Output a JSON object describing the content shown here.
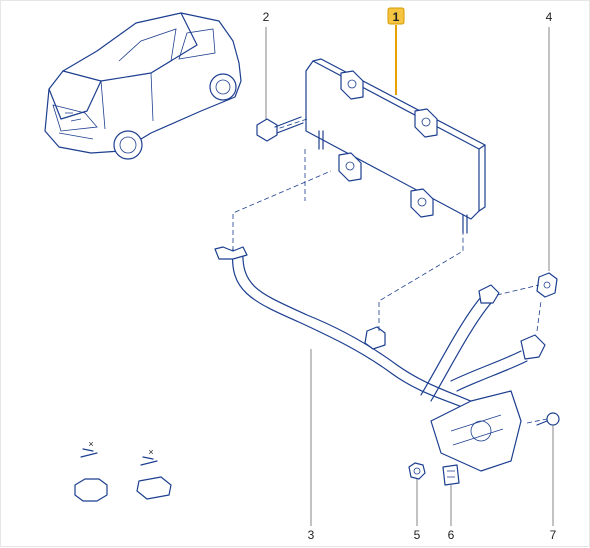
{
  "diagram": {
    "callouts": [
      {
        "id": "1",
        "label": "1",
        "selected": true
      },
      {
        "id": "2",
        "label": "2",
        "selected": false
      },
      {
        "id": "3",
        "label": "3",
        "selected": false
      },
      {
        "id": "4",
        "label": "4",
        "selected": false
      },
      {
        "id": "5",
        "label": "5",
        "selected": false
      },
      {
        "id": "6",
        "label": "6",
        "selected": false
      },
      {
        "id": "7",
        "label": "7",
        "selected": false
      }
    ],
    "selected_color": "#f5c542",
    "line_color": "#1d3f8f"
  }
}
